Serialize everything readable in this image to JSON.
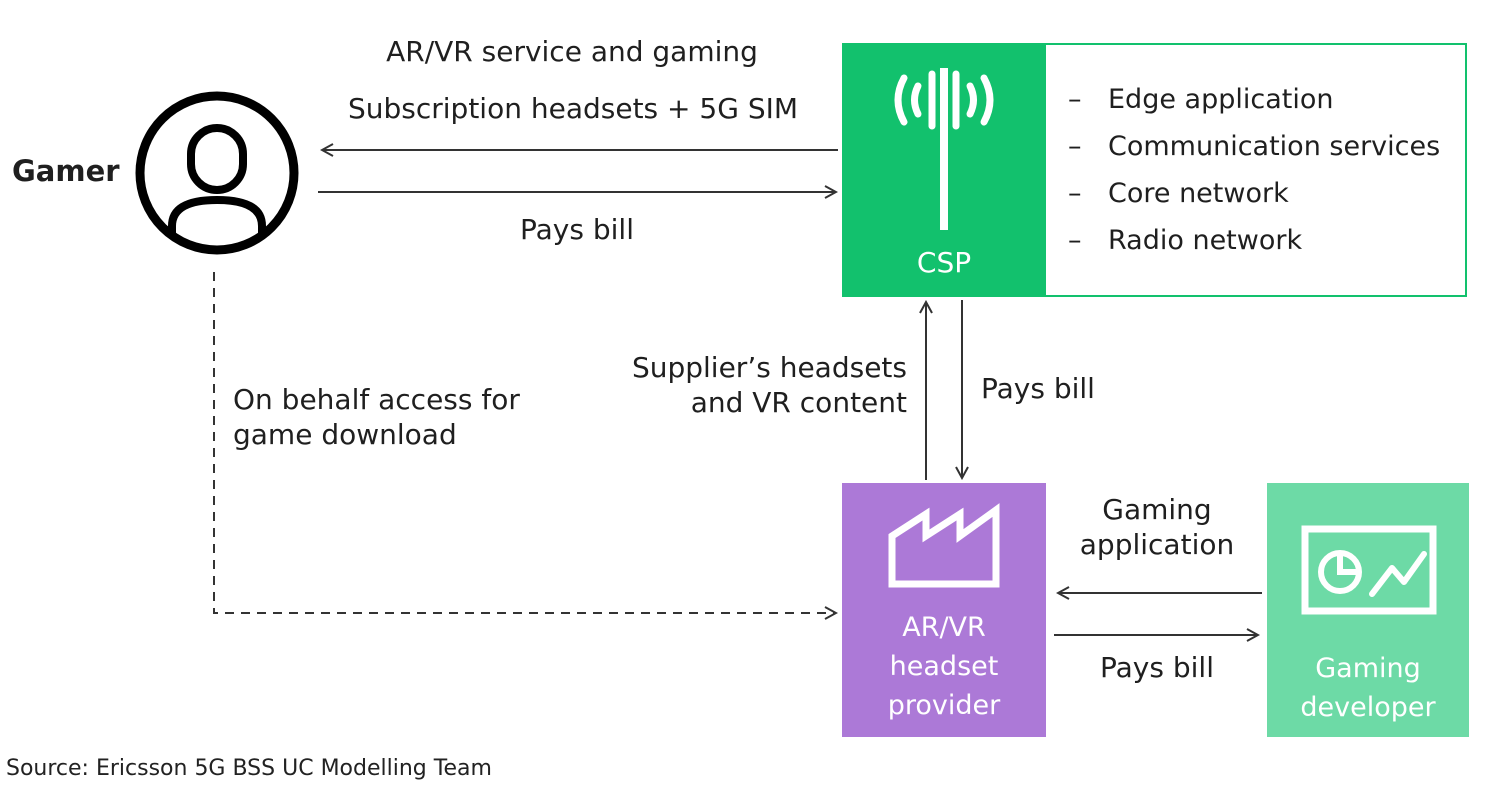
{
  "gamer": {
    "label": "Gamer",
    "icon": "user-avatar-icon"
  },
  "flows": {
    "csp_to_gamer_1": "AR/VR service and gaming",
    "csp_to_gamer_2": "Subscription headsets + 5G SIM",
    "gamer_to_csp": "Pays bill",
    "provider_to_csp": [
      "Supplier’s headsets",
      "and VR content"
    ],
    "csp_to_provider": "Pays bill",
    "gamer_to_provider": [
      "On behalf access for",
      "game download"
    ],
    "developer_to_provider": [
      "Gaming",
      "application"
    ],
    "provider_to_developer": "Pays bill"
  },
  "csp": {
    "label": "CSP",
    "icon": "radio-tower-icon",
    "items": [
      "Edge application",
      "Communication services",
      "Core network",
      "Radio network"
    ],
    "dash": "–"
  },
  "provider": {
    "label": [
      "AR/VR",
      "headset",
      "provider"
    ],
    "icon": "factory-icon"
  },
  "developer": {
    "label": [
      "Gaming",
      "developer"
    ],
    "icon": "dashboard-chart-icon"
  },
  "source": "Source: Ericsson 5G BSS UC Modelling Team",
  "colors": {
    "csp": "#12c16d",
    "provider": "#ac79d7",
    "developer": "#6ddaa6",
    "text": "#1f1f1f",
    "arrow": "#333333"
  }
}
